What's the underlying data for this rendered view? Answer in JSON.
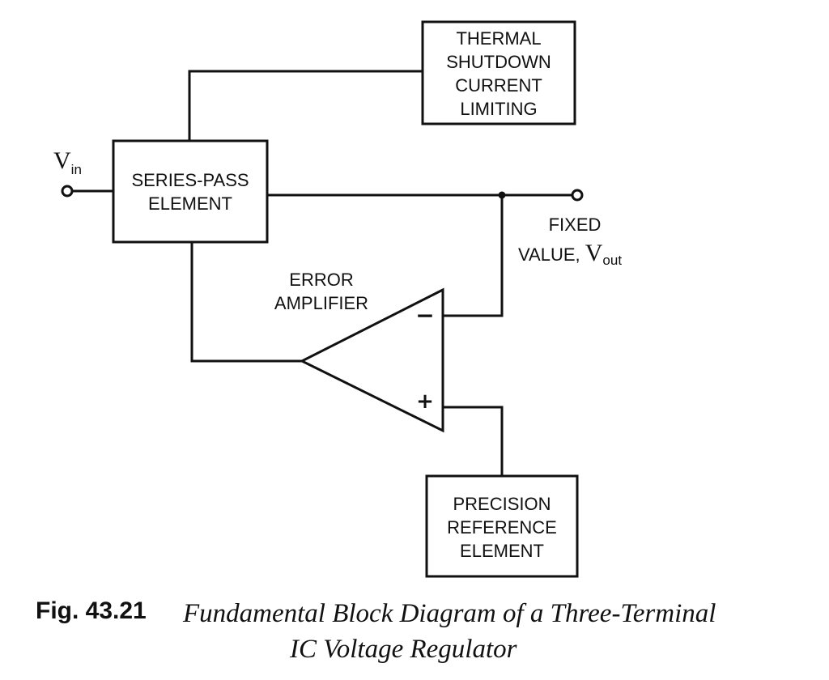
{
  "blocks": {
    "thermal": [
      "THERMAL",
      "SHUTDOWN",
      "CURRENT",
      "LIMITING"
    ],
    "series_pass": [
      "SERIES-PASS",
      "ELEMENT"
    ],
    "reference": [
      "PRECISION",
      "REFERENCE",
      "ELEMENT"
    ]
  },
  "error_amplifier": [
    "ERROR",
    "AMPLIFIER"
  ],
  "amp_inputs": {
    "inverting": "−",
    "non_inverting": "+"
  },
  "input_terminal": {
    "symbol": "V",
    "subscript": "in"
  },
  "output_terminal": {
    "line1": "FIXED",
    "line2_prefix": "VALUE, ",
    "symbol": "V",
    "subscript": "out"
  },
  "caption": {
    "number": "Fig. 43.21",
    "line1": "Fundamental Block Diagram of a Three-Terminal",
    "line2": "IC Voltage Regulator"
  }
}
